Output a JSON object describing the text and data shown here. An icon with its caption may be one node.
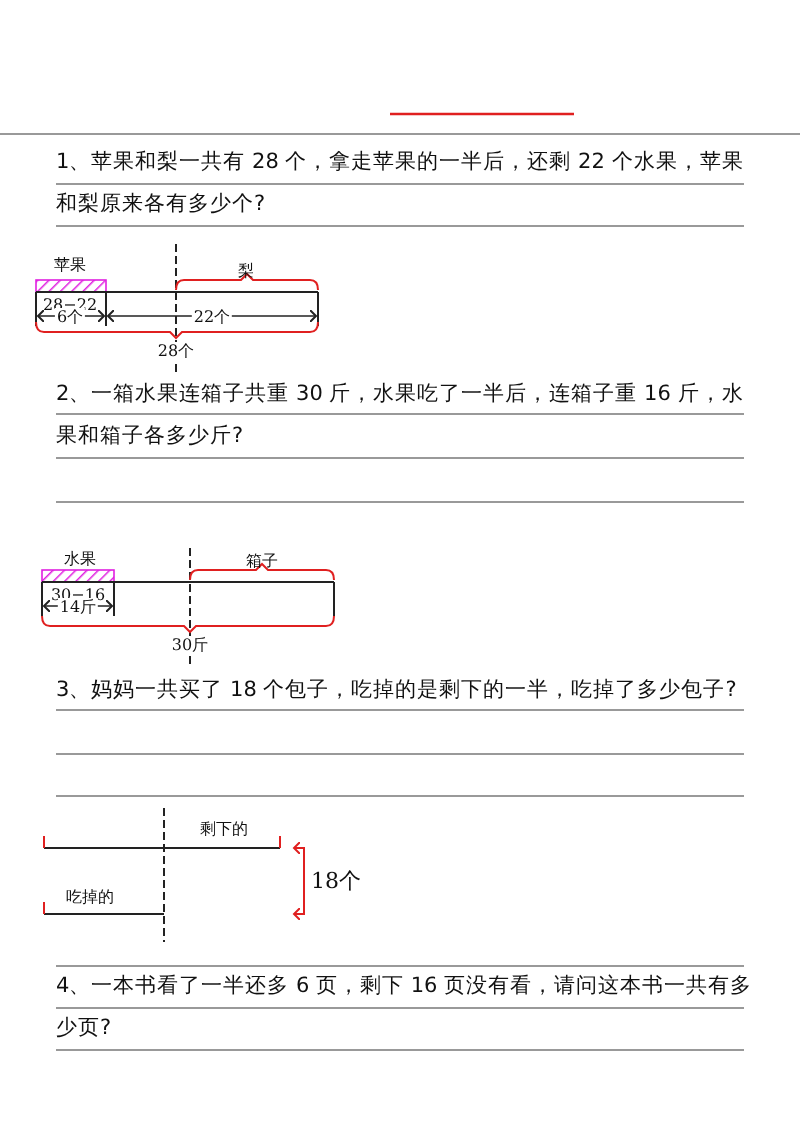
{
  "diagram": {
    "labels": [
      "1、苹果和梨一共有 28 个，拿走苹果的一半后，还剩 22 个水果，苹果和梨原来各有多少个?",
      "苹果",
      "梨",
      "28−22",
      "6个",
      "22个",
      "28个",
      "2、一箱水果连箱子共重 30 斤，水果吃了一半后，连箱子重 16 斤，水果和箱子各多少斤?",
      "水果",
      "箱子",
      "30−16",
      "14斤",
      "30斤",
      "3、妈妈一共买了 18 个包子，吃掉的是剩下的一半，吃掉了多少包子?",
      "剩下的",
      "吃掉的",
      "18个",
      "4、一本书看了一半还多 6 页，剩下 16 页没有看，请问这本书一共有多少页?"
    ]
  }
}
